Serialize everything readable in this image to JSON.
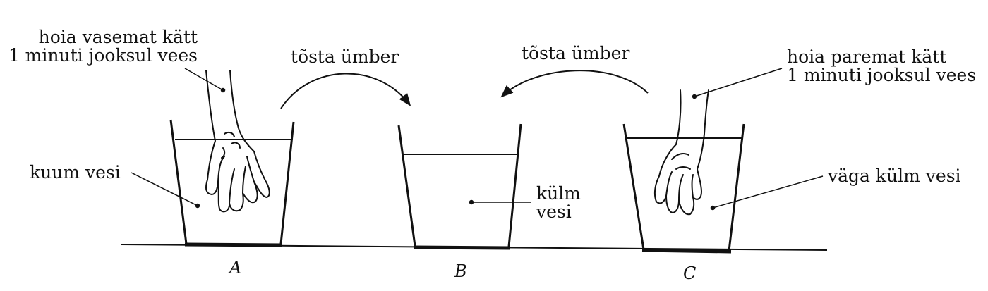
{
  "labels": {
    "left_instruction": [
      "hoia vasemat kätt",
      "1 minuti jooksul vees"
    ],
    "right_instruction": [
      "hoia paremat kätt",
      "1 minuti jooksul vees"
    ],
    "move_left_to_middle": "tõsta ümber",
    "move_right_to_middle": "tõsta ümber",
    "hot_water": "kuum vesi",
    "cold_water": [
      "külm",
      "vesi"
    ],
    "very_cold_water": "väga külm vesi"
  },
  "containers": {
    "a": "A",
    "b": "B",
    "c": "C"
  },
  "colors": {
    "ink": "#111111",
    "background": "#ffffff"
  }
}
